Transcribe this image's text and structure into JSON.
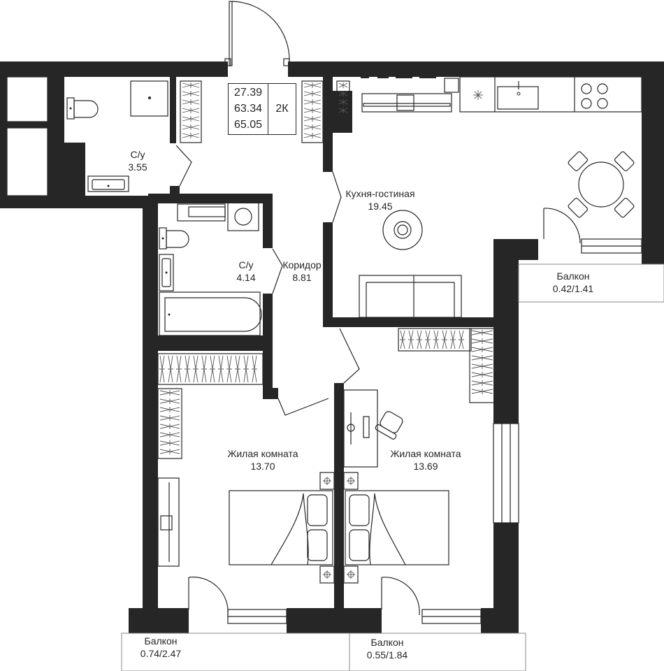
{
  "summary": {
    "living_area": "27.39",
    "total_area": "63.34",
    "total_with_balconies": "65.05",
    "type": "2К"
  },
  "rooms": {
    "bathroom_1": {
      "name": "С/у",
      "area": "3.55"
    },
    "bathroom_2": {
      "name": "С/у",
      "area": "4.14"
    },
    "corridor": {
      "name": "Коридор",
      "area": "8.81"
    },
    "kitchen_living": {
      "name": "Кухня-гостиная",
      "area": "19.45"
    },
    "balcony_kitchen": {
      "name": "Балкон",
      "area": "0.42/1.41"
    },
    "bedroom_left": {
      "name": "Жилая комната",
      "area": "13.70"
    },
    "bedroom_right": {
      "name": "Жилая комната",
      "area": "13.69"
    },
    "balcony_left": {
      "name": "Балкон",
      "area": "0.74/2.47"
    },
    "balcony_right": {
      "name": "Балкон",
      "area": "0.55/1.84"
    }
  },
  "icons": [
    "toilet-icon",
    "shower-tray-icon",
    "sink-icon",
    "bathtub-icon",
    "washing-machine-icon",
    "wardrobe-icon",
    "kitchen-counter-icon",
    "stove-icon",
    "dining-table-icon",
    "sofa-icon",
    "tv-icon",
    "desk-icon",
    "office-chair-icon",
    "double-bed-icon",
    "bedside-lamp-icon",
    "door-swing-icon",
    "window-icon"
  ]
}
